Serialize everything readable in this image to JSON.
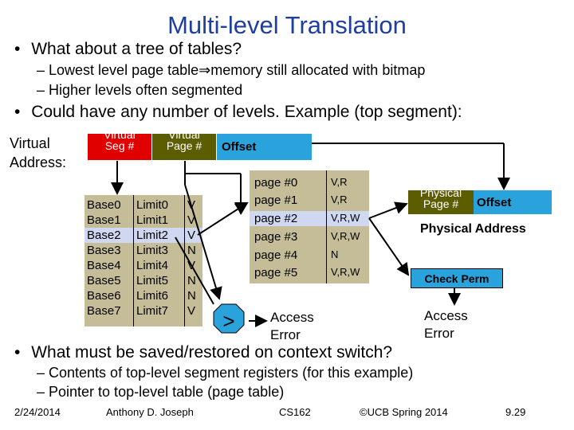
{
  "title": "Multi-level Translation",
  "bullets": {
    "b1": "What about a tree of tables?",
    "b1_sub1_pre": "Lowest level page table",
    "b1_sub1_arrow": "⇒",
    "b1_sub1_post": "memory still allocated with bitmap",
    "b1_sub2": "Higher levels often segmented",
    "b2": "Could have any number of levels. Example (top segment):",
    "b3": "What must be saved/restored on context switch?",
    "b3_sub1": "Contents of top-level segment registers (for this example)",
    "b3_sub2": "Pointer to top-level table (page table)"
  },
  "virtual_address": {
    "label_line1": "Virtual",
    "label_line2": "Address:",
    "seg_line1": "Virtual",
    "seg_line2": "Seg #",
    "page_line1": "Virtual",
    "page_line2": "Page #",
    "offset": "Offset"
  },
  "segment_table": [
    {
      "base": "Base0",
      "limit": "Limit0",
      "valid": "V"
    },
    {
      "base": "Base1",
      "limit": "Limit1",
      "valid": "V"
    },
    {
      "base": "Base2",
      "limit": "Limit2",
      "valid": "V"
    },
    {
      "base": "Base3",
      "limit": "Limit3",
      "valid": "N"
    },
    {
      "base": "Base4",
      "limit": "Limit4",
      "valid": "V"
    },
    {
      "base": "Base5",
      "limit": "Limit5",
      "valid": "N"
    },
    {
      "base": "Base6",
      "limit": "Limit6",
      "valid": "N"
    },
    {
      "base": "Base7",
      "limit": "Limit7",
      "valid": "V"
    }
  ],
  "page_table": [
    {
      "page": "page #0",
      "perm": "V,R"
    },
    {
      "page": "page #1",
      "perm": "V,R"
    },
    {
      "page": "page #2",
      "perm": "V,R,W"
    },
    {
      "page": "page #3",
      "perm": "V,R,W"
    },
    {
      "page": "page #4",
      "perm": "N"
    },
    {
      "page": "page #5",
      "perm": "V,R,W"
    }
  ],
  "compare_symbol": ">",
  "access_error_1_line1": "Access",
  "access_error_1_line2": "Error",
  "access_error_2_line1": "Access",
  "access_error_2_line2": "Error",
  "physical": {
    "page_line1": "Physical",
    "page_line2": "Page #",
    "offset": "Offset",
    "label": "Physical Address"
  },
  "check_perm": "Check Perm",
  "footer": {
    "date": "2/24/2014",
    "author": "Anthony D. Joseph",
    "course": "CS162",
    "copyright": "©UCB Spring 2014",
    "slide": "9.29"
  },
  "colors": {
    "title": "#1f3ea0",
    "box_fill": "#2aa3dc",
    "seg_fill": "#e00000",
    "page_fill": "#5c5c00",
    "table_fill": "#c4bd97",
    "check_fill": "#2aa3dc",
    "compare_fill": "#2aa3dc"
  }
}
